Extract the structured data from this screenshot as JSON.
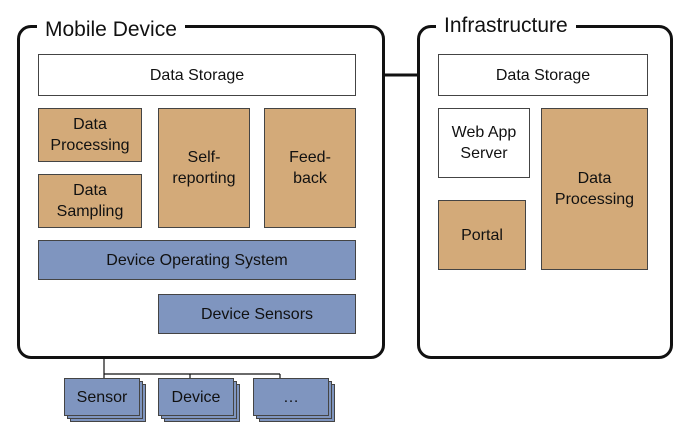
{
  "mobile_device": {
    "title": "Mobile Device",
    "data_storage": "Data Storage",
    "data_processing": "Data\nProcessing",
    "data_sampling": "Data\nSampling",
    "self_reporting": "Self-\nreporting",
    "feedback": "Feed-\nback",
    "os": "Device Operating System",
    "sensors": "Device Sensors"
  },
  "infrastructure": {
    "title": "Infrastructure",
    "data_storage": "Data Storage",
    "web_app_server": "Web App\nServer",
    "portal": "Portal",
    "data_processing": "Data\nProcessing"
  },
  "external": {
    "sensor": "Sensor",
    "device": "Device",
    "more": "…"
  },
  "colors": {
    "storage": "#ffffff",
    "component": "#d3aa79",
    "system": "#7f95bf",
    "border": "#111111"
  }
}
